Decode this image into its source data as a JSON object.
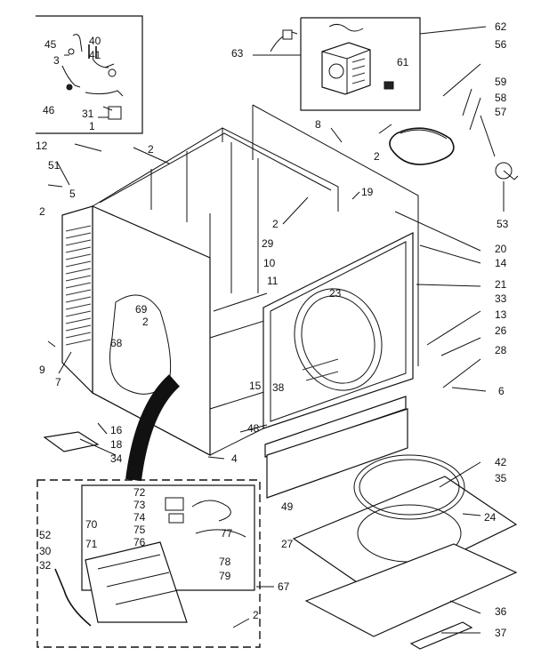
{
  "diagram": {
    "labels": [
      {
        "id": "l45",
        "text": "45"
      },
      {
        "id": "l40",
        "text": "40"
      },
      {
        "id": "l41",
        "text": "41"
      },
      {
        "id": "l3",
        "text": "3"
      },
      {
        "id": "l46",
        "text": "46"
      },
      {
        "id": "l31",
        "text": "31"
      },
      {
        "id": "l1",
        "text": "1"
      },
      {
        "id": "l12",
        "text": "12"
      },
      {
        "id": "l2a",
        "text": "2"
      },
      {
        "id": "l51",
        "text": "51"
      },
      {
        "id": "l5",
        "text": "5"
      },
      {
        "id": "l2b",
        "text": "2"
      },
      {
        "id": "l62",
        "text": "62"
      },
      {
        "id": "l56",
        "text": "56"
      },
      {
        "id": "l63",
        "text": "63"
      },
      {
        "id": "l61",
        "text": "61"
      },
      {
        "id": "l8",
        "text": "8"
      },
      {
        "id": "l2c",
        "text": "2"
      },
      {
        "id": "l59",
        "text": "59"
      },
      {
        "id": "l58",
        "text": "58"
      },
      {
        "id": "l57",
        "text": "57"
      },
      {
        "id": "l53",
        "text": "53"
      },
      {
        "id": "l19",
        "text": "19"
      },
      {
        "id": "l2d",
        "text": "2"
      },
      {
        "id": "l29",
        "text": "29"
      },
      {
        "id": "l20",
        "text": "20"
      },
      {
        "id": "l14",
        "text": "14"
      },
      {
        "id": "l10",
        "text": "10"
      },
      {
        "id": "l11",
        "text": "11"
      },
      {
        "id": "l21",
        "text": "21"
      },
      {
        "id": "l23",
        "text": "23"
      },
      {
        "id": "l33",
        "text": "33"
      },
      {
        "id": "l13",
        "text": "13"
      },
      {
        "id": "l69",
        "text": "69"
      },
      {
        "id": "l2e",
        "text": "2"
      },
      {
        "id": "l68",
        "text": "68"
      },
      {
        "id": "l26",
        "text": "26"
      },
      {
        "id": "l28",
        "text": "28"
      },
      {
        "id": "l9",
        "text": "9"
      },
      {
        "id": "l7",
        "text": "7"
      },
      {
        "id": "l38",
        "text": "38"
      },
      {
        "id": "l15",
        "text": "15"
      },
      {
        "id": "l6",
        "text": "6"
      },
      {
        "id": "l16",
        "text": "16"
      },
      {
        "id": "l18",
        "text": "18"
      },
      {
        "id": "l48",
        "text": "48"
      },
      {
        "id": "l4",
        "text": "4"
      },
      {
        "id": "l34",
        "text": "34"
      },
      {
        "id": "l42",
        "text": "42"
      },
      {
        "id": "l35",
        "text": "35"
      },
      {
        "id": "l72",
        "text": "72"
      },
      {
        "id": "l73",
        "text": "73"
      },
      {
        "id": "l74",
        "text": "74"
      },
      {
        "id": "l70",
        "text": "70"
      },
      {
        "id": "l75",
        "text": "75"
      },
      {
        "id": "l52",
        "text": "52"
      },
      {
        "id": "l77",
        "text": "77"
      },
      {
        "id": "l71",
        "text": "71"
      },
      {
        "id": "l76",
        "text": "76"
      },
      {
        "id": "l30",
        "text": "30"
      },
      {
        "id": "l78",
        "text": "78"
      },
      {
        "id": "l32",
        "text": "32"
      },
      {
        "id": "l79",
        "text": "79"
      },
      {
        "id": "l49",
        "text": "49"
      },
      {
        "id": "l27",
        "text": "27"
      },
      {
        "id": "l24",
        "text": "24"
      },
      {
        "id": "l67",
        "text": "67"
      },
      {
        "id": "l36",
        "text": "36"
      },
      {
        "id": "l2f",
        "text": "2"
      },
      {
        "id": "l37",
        "text": "37"
      }
    ]
  }
}
